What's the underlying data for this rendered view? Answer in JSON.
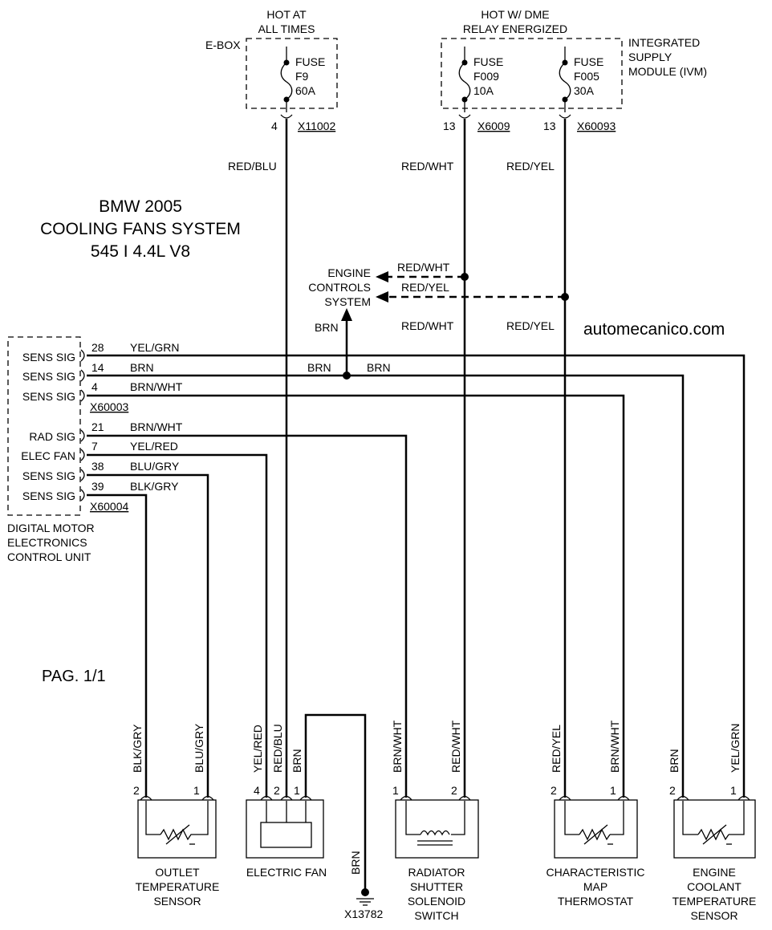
{
  "title": {
    "line1": "BMW 2005",
    "line2": "COOLING FANS SYSTEM",
    "line3": "545 I 4.4L V8"
  },
  "page_label": "PAG. 1/1",
  "watermark": "automecanico.com",
  "power": {
    "hot_at_all_times": [
      "HOT AT",
      "ALL TIMES"
    ],
    "hot_dme": [
      "HOT W/ DME",
      "RELAY ENERGIZED"
    ],
    "ebox_label": "E-BOX",
    "ivm_label": [
      "INTEGRATED",
      "SUPPLY",
      "MODULE (IVM)"
    ],
    "fuses": [
      {
        "lines": [
          "FUSE",
          "F9",
          "60A"
        ],
        "pin": "4",
        "connector": "X11002",
        "wire": "RED/BLU"
      },
      {
        "lines": [
          "FUSE",
          "F009",
          "10A"
        ],
        "pin": "13",
        "connector": "X6009",
        "wire": "RED/WHT"
      },
      {
        "lines": [
          "FUSE",
          "F005",
          "30A"
        ],
        "pin": "13",
        "connector": "X60093",
        "wire": "RED/YEL"
      }
    ]
  },
  "engine_controls": {
    "label": [
      "ENGINE",
      "CONTROLS",
      "SYSTEM"
    ],
    "wires": [
      "RED/WHT",
      "RED/YEL",
      "BRN"
    ],
    "continue_labels": [
      "RED/WHT",
      "RED/YEL"
    ]
  },
  "dme": {
    "label": [
      "DIGITAL MOTOR",
      "ELECTRONICS",
      "CONTROL  UNIT"
    ],
    "connectors": [
      "X60003",
      "X60004"
    ],
    "pins": [
      {
        "sig": "SENS SIG",
        "pin": "28",
        "wire": "YEL/GRN"
      },
      {
        "sig": "SENS SIG",
        "pin": "14",
        "wire": "BRN"
      },
      {
        "sig": "SENS SIG",
        "pin": "4",
        "wire": "BRN/WHT"
      },
      {
        "sig": "RAD SIG",
        "pin": "21",
        "wire": "BRN/WHT"
      },
      {
        "sig": "ELEC FAN",
        "pin": "7",
        "wire": "YEL/RED"
      },
      {
        "sig": "SENS SIG",
        "pin": "38",
        "wire": "BLU/GRY"
      },
      {
        "sig": "SENS SIG",
        "pin": "39",
        "wire": "BLK/GRY"
      }
    ],
    "splice_labels": [
      "BRN",
      "BRN"
    ]
  },
  "components": [
    {
      "name": [
        "OUTLET",
        "TEMPERATURE",
        "SENSOR"
      ],
      "pins": [
        "2",
        "1"
      ],
      "wires": [
        "BLK/GRY",
        "BLU/GRY"
      ]
    },
    {
      "name": [
        "ELECTRIC FAN"
      ],
      "pins": [
        "4",
        "2",
        "1"
      ],
      "wires": [
        "YEL/RED",
        "RED/BLU",
        "BRN"
      ]
    },
    {
      "name": [
        "RADIATOR",
        "SHUTTER",
        "SOLENOID",
        "SWITCH"
      ],
      "pins": [
        "1",
        "2"
      ],
      "wires": [
        "BRN/WHT",
        "RED/WHT"
      ]
    },
    {
      "name": [
        "CHARACTERISTIC",
        "MAP",
        "THERMOSTAT"
      ],
      "pins": [
        "2",
        "1"
      ],
      "wires": [
        "RED/YEL",
        "BRN/WHT"
      ]
    },
    {
      "name": [
        "ENGINE",
        "COOLANT",
        "TEMPERATURE",
        "SENSOR"
      ],
      "pins": [
        "2",
        "1"
      ],
      "wires": [
        "BRN",
        "YEL/GRN"
      ]
    }
  ],
  "ground": {
    "wire": "BRN",
    "label": "X13782"
  }
}
